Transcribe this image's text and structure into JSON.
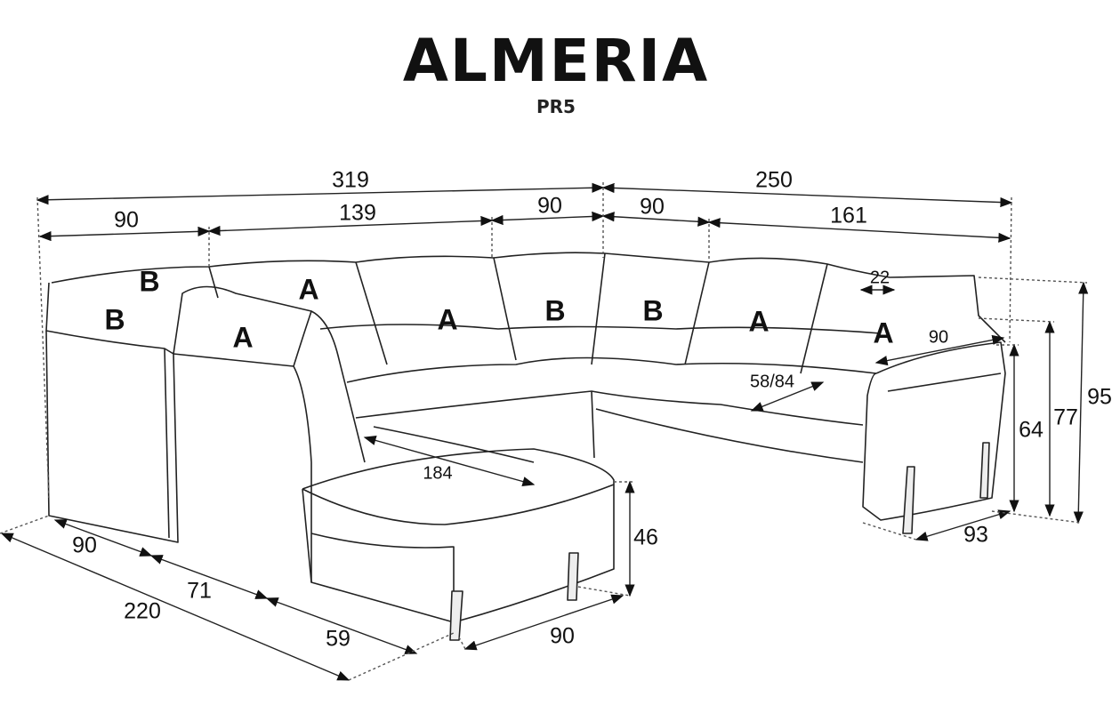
{
  "title": "ALMERIA",
  "subtitle": "PR5",
  "dimensions": {
    "total_left": "319",
    "total_right": "250",
    "seg_90_a": "90",
    "seg_139": "139",
    "seg_90_b": "90",
    "seg_90_c": "90",
    "seg_161": "161",
    "armrest": "22",
    "right_depth": "90",
    "seat_depth": "58/84",
    "chaise_length": "184",
    "seat_height_arm": "64",
    "back_height": "77",
    "total_height": "95",
    "seat_height": "46",
    "right_arm_depth": "93",
    "chaise_width": "90",
    "left_90": "90",
    "left_71": "71",
    "left_59": "59",
    "left_total": "220"
  },
  "cushion_labels": [
    "B",
    "B",
    "A",
    "A",
    "A",
    "B",
    "B",
    "A",
    "A"
  ]
}
